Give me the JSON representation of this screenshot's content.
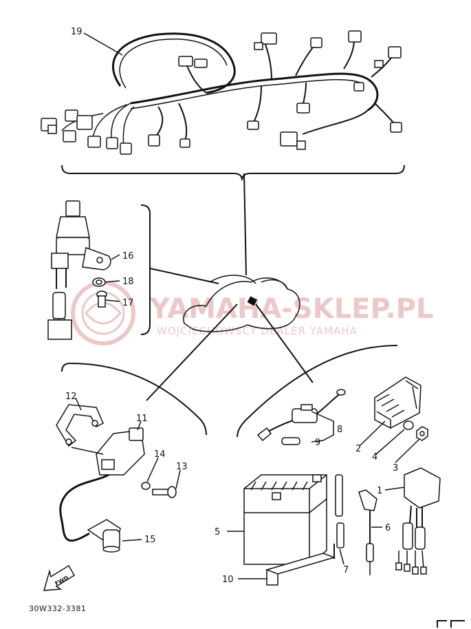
{
  "diagram": {
    "code": "30W332-3381",
    "fwd_label": "FWD",
    "watermark": {
      "main": "YAMAHA-SKLEP.PL",
      "sub": "WOJCIECHOWSCY DEALER YAMAHA"
    },
    "labels": {
      "p1": "1",
      "p2": "2",
      "p3": "3",
      "p4": "4",
      "p5": "5",
      "p6": "6",
      "p7": "7",
      "p8": "8",
      "p9": "9",
      "p10": "10",
      "p11": "11",
      "p12": "12",
      "p13": "13",
      "p14": "14",
      "p15": "15",
      "p16": "16",
      "p17": "17",
      "p18": "18",
      "p19": "19"
    },
    "colors": {
      "ink": "#111111",
      "watermark": "#e6b6b6"
    }
  }
}
